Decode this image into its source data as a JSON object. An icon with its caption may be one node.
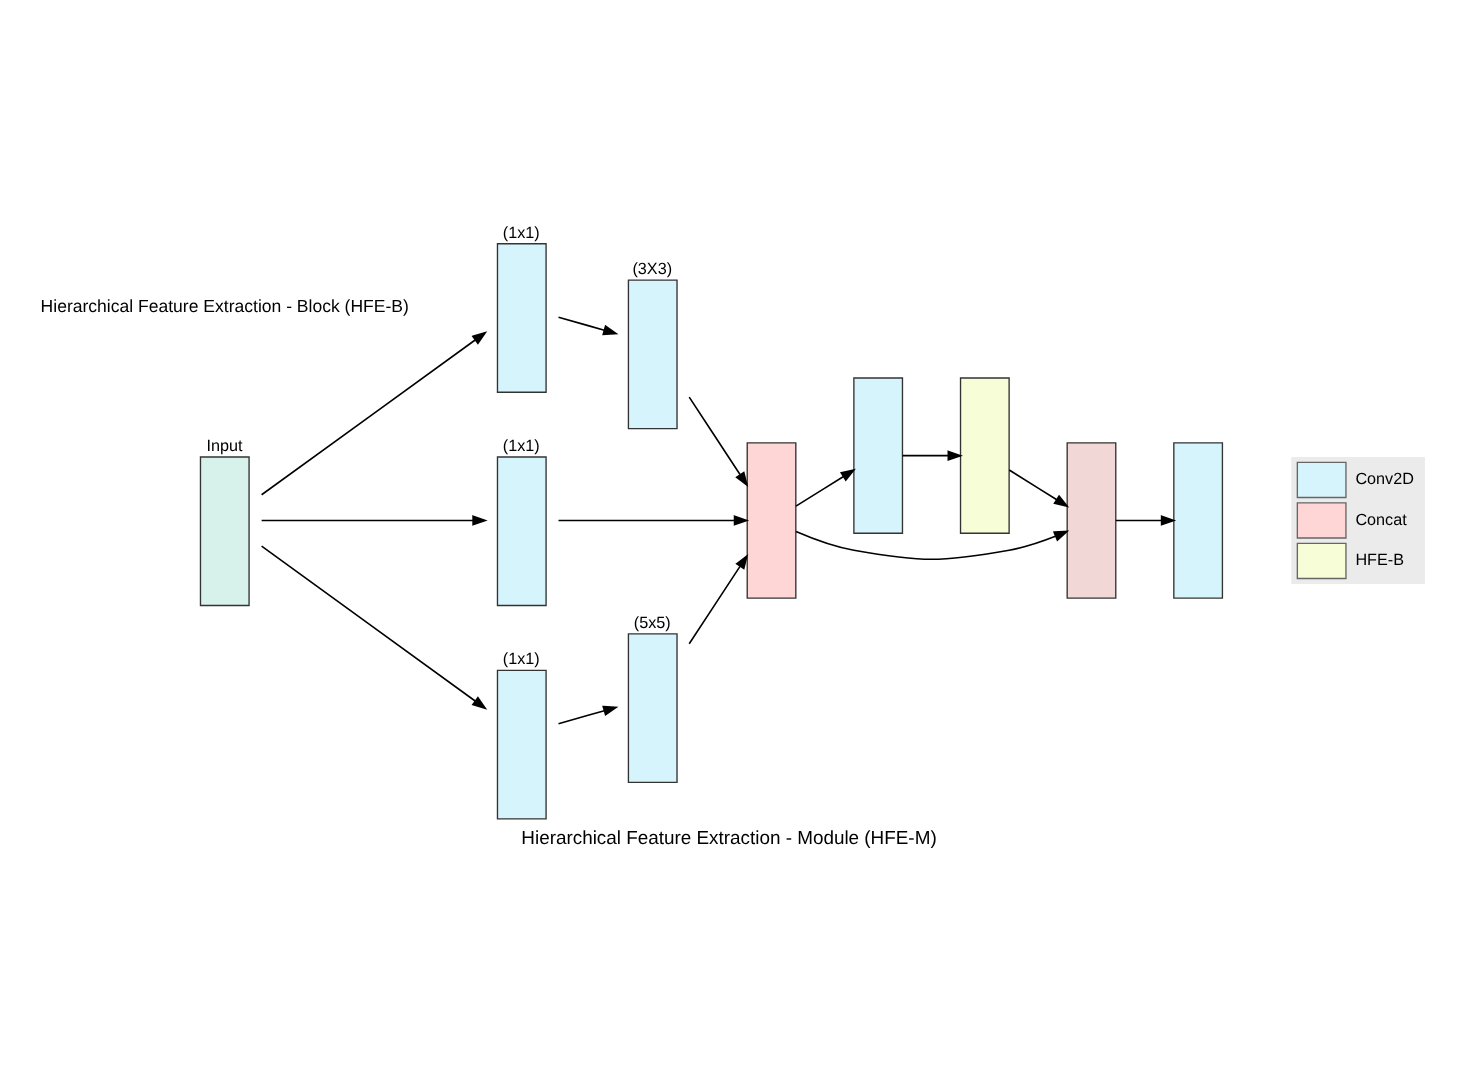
{
  "diagram": {
    "caption": "Hierarchical Feature Extraction - Module (HFE-M)",
    "nodes": [
      {
        "text": [
          "Input"
        ]
      },
      {
        "text": [
          "(1x1)"
        ]
      },
      {
        "text": [
          "(3X3)"
        ]
      },
      {
        "text": [
          "(1x1)"
        ]
      },
      {
        "text": [
          "(1x1)"
        ]
      },
      {
        "text": [
          "(5x5)"
        ]
      },
      {
        "text": [],
        "shape": "box"
      },
      {
        "text": [],
        "shape": "box"
      },
      {
        "text": [],
        "shape": "box"
      },
      {
        "text": [],
        "shape": "box"
      },
      {
        "text": [],
        "shape": "box"
      }
    ],
    "edges": [
      {
        "from": 0,
        "to": 1,
        "arrow": "to"
      },
      {
        "from": 1,
        "to": 2,
        "arrow": "to"
      },
      {
        "from": 0,
        "to": 3,
        "arrow": "to"
      },
      {
        "from": 0,
        "to": 4,
        "arrow": "to"
      },
      {
        "from": 4,
        "to": 5,
        "arrow": "to"
      },
      {
        "from": 2,
        "to": 6,
        "arrow": "to"
      },
      {
        "from": 3,
        "to": 6,
        "arrow": "to"
      },
      {
        "from": 5,
        "to": 6,
        "arrow": "to"
      },
      {
        "from": 6,
        "to": 7,
        "arrow": "to"
      },
      {
        "from": 7,
        "to": 8,
        "arrow": "to"
      },
      {
        "from": 8,
        "to": 9,
        "arrow": "to"
      },
      {
        "from": 6,
        "to": 9,
        "arrow": "to"
      },
      {
        "from": 9,
        "to": 10,
        "arrow": "to"
      }
    ],
    "labels": [
      "Hierarchical Feature Extraction - Block (HFE-B)"
    ],
    "legend": [
      {
        "text": "Conv2D",
        "color": "#d5f4fc"
      },
      {
        "text": "Concat",
        "color": "#ffd6d6"
      },
      {
        "text": "HFE-B",
        "color": "#f7fdd6"
      }
    ]
  }
}
